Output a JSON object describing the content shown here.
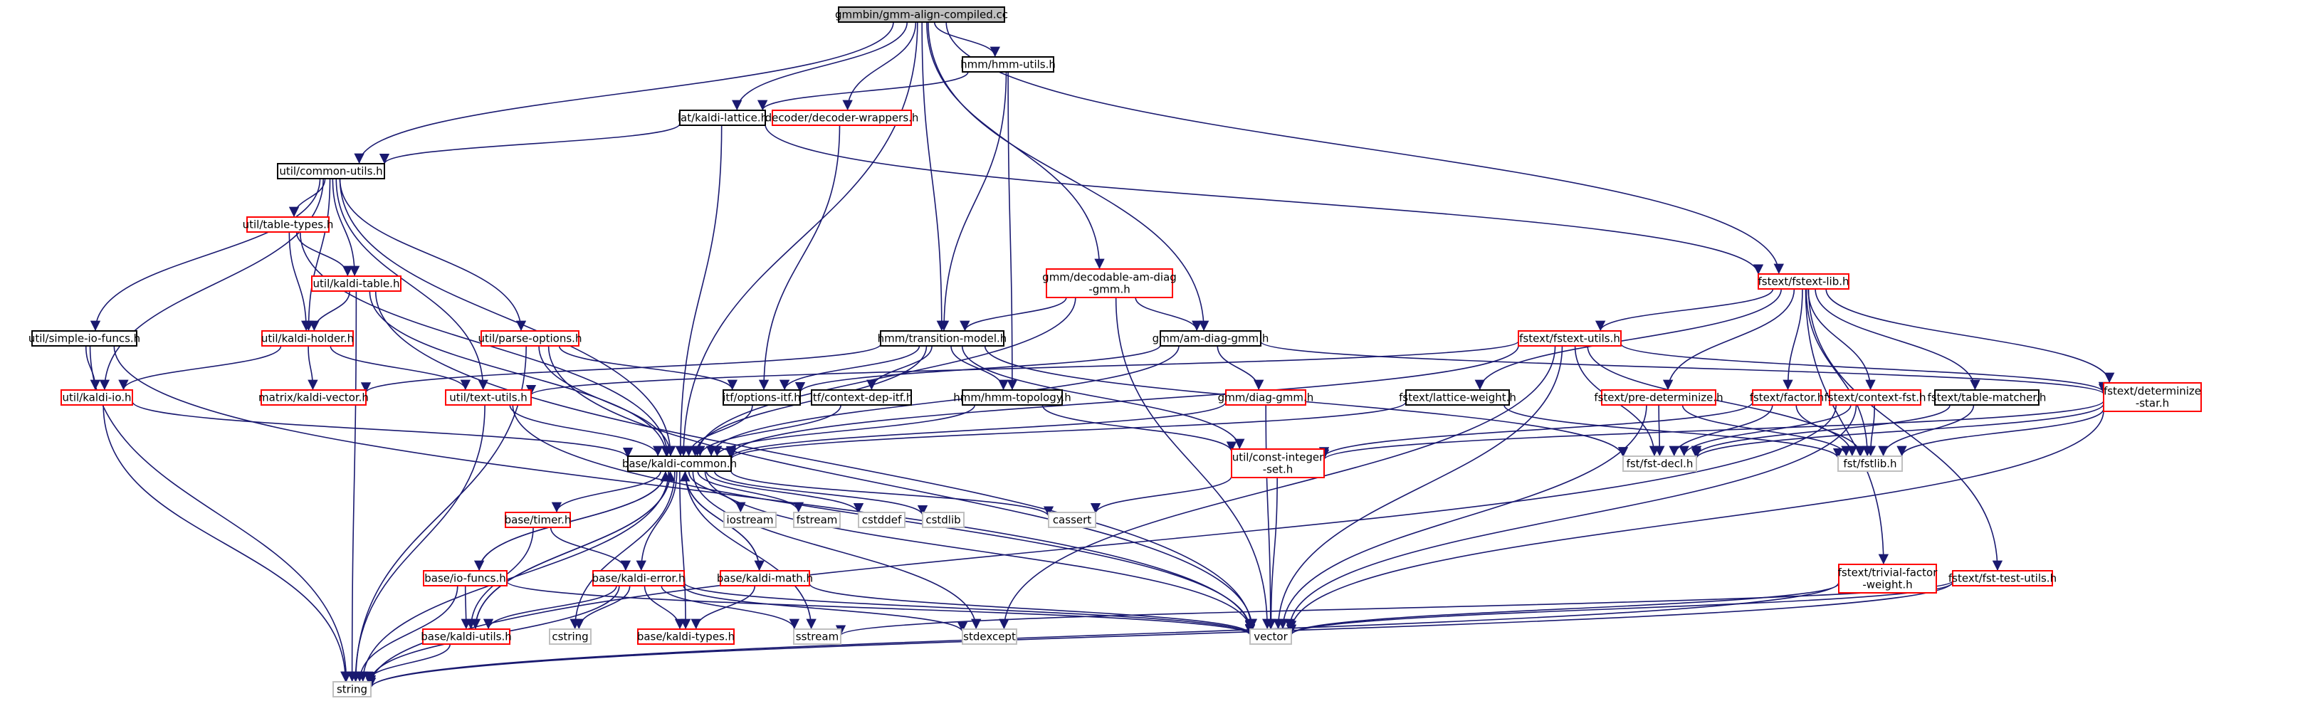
{
  "colors": {
    "root_fill": "#bfbfbf",
    "border_black": "#000000",
    "border_red": "#ff0000",
    "border_gray": "#bfbfbf",
    "edge": "#191970"
  },
  "nodes": [
    {
      "id": "root",
      "lines": [
        "gmmbin/gmm-align-compiled.cc"
      ],
      "style": "root"
    },
    {
      "id": "hmmutils",
      "lines": [
        "hmm/hmm-utils.h"
      ],
      "style": "black"
    },
    {
      "id": "latlattice",
      "lines": [
        "lat/kaldi-lattice.h"
      ],
      "style": "black"
    },
    {
      "id": "decwrap",
      "lines": [
        "decoder/decoder-wrappers.h"
      ],
      "style": "red"
    },
    {
      "id": "commonutils",
      "lines": [
        "util/common-utils.h"
      ],
      "style": "black"
    },
    {
      "id": "tabletypes",
      "lines": [
        "util/table-types.h"
      ],
      "style": "red"
    },
    {
      "id": "kaltable",
      "lines": [
        "util/kaldi-table.h"
      ],
      "style": "red"
    },
    {
      "id": "simpleio",
      "lines": [
        "util/simple-io-funcs.h"
      ],
      "style": "black"
    },
    {
      "id": "kalholder",
      "lines": [
        "util/kaldi-holder.h"
      ],
      "style": "red"
    },
    {
      "id": "parseopt",
      "lines": [
        "util/parse-options.h"
      ],
      "style": "red"
    },
    {
      "id": "kaldiio",
      "lines": [
        "util/kaldi-io.h"
      ],
      "style": "red"
    },
    {
      "id": "matvec",
      "lines": [
        "matrix/kaldi-vector.h"
      ],
      "style": "red"
    },
    {
      "id": "textutils",
      "lines": [
        "util/text-utils.h"
      ],
      "style": "red"
    },
    {
      "id": "transmodel",
      "lines": [
        "hmm/transition-model.h"
      ],
      "style": "black"
    },
    {
      "id": "gmmdecam",
      "lines": [
        "gmm/decodable-am-diag",
        "-gmm.h"
      ],
      "style": "red"
    },
    {
      "id": "amdiag",
      "lines": [
        "gmm/am-diag-gmm.h"
      ],
      "style": "black"
    },
    {
      "id": "optitf",
      "lines": [
        "itf/options-itf.h"
      ],
      "style": "black"
    },
    {
      "id": "ctxdep",
      "lines": [
        "itf/context-dep-itf.h"
      ],
      "style": "black"
    },
    {
      "id": "hmmtopo",
      "lines": [
        "hmm/hmm-topology.h"
      ],
      "style": "black"
    },
    {
      "id": "diaggmm",
      "lines": [
        "gmm/diag-gmm.h"
      ],
      "style": "red"
    },
    {
      "id": "fstlib",
      "lines": [
        "fstext/fstext-lib.h"
      ],
      "style": "red"
    },
    {
      "id": "fstutils",
      "lines": [
        "fstext/fstext-utils.h"
      ],
      "style": "red"
    },
    {
      "id": "latweight",
      "lines": [
        "fstext/lattice-weight.h"
      ],
      "style": "black"
    },
    {
      "id": "predet",
      "lines": [
        "fstext/pre-determinize.h"
      ],
      "style": "red"
    },
    {
      "id": "factor",
      "lines": [
        "fstext/factor.h"
      ],
      "style": "red"
    },
    {
      "id": "ctxfst",
      "lines": [
        "fstext/context-fst.h"
      ],
      "style": "red"
    },
    {
      "id": "tablematch",
      "lines": [
        "fstext/table-matcher.h"
      ],
      "style": "black"
    },
    {
      "id": "detstar",
      "lines": [
        "fstext/determinize",
        "-star.h"
      ],
      "style": "red"
    },
    {
      "id": "constint",
      "lines": [
        "util/const-integer",
        "-set.h"
      ],
      "style": "red"
    },
    {
      "id": "fstdecl",
      "lines": [
        "fst/fst-decl.h"
      ],
      "style": "gray"
    },
    {
      "id": "fstfstlib",
      "lines": [
        "fst/fstlib.h"
      ],
      "style": "gray"
    },
    {
      "id": "kaldicommon",
      "lines": [
        "base/kaldi-common.h"
      ],
      "style": "black"
    },
    {
      "id": "iostream",
      "lines": [
        "iostream"
      ],
      "style": "gray"
    },
    {
      "id": "fstream",
      "lines": [
        "fstream"
      ],
      "style": "gray"
    },
    {
      "id": "cstddef",
      "lines": [
        "cstddef"
      ],
      "style": "gray"
    },
    {
      "id": "cstdlib",
      "lines": [
        "cstdlib"
      ],
      "style": "gray"
    },
    {
      "id": "cassert",
      "lines": [
        "cassert"
      ],
      "style": "gray"
    },
    {
      "id": "timer",
      "lines": [
        "base/timer.h"
      ],
      "style": "red"
    },
    {
      "id": "kerror",
      "lines": [
        "base/kaldi-error.h"
      ],
      "style": "red"
    },
    {
      "id": "kmath",
      "lines": [
        "base/kaldi-math.h"
      ],
      "style": "red"
    },
    {
      "id": "iofuncs",
      "lines": [
        "base/io-funcs.h"
      ],
      "style": "red"
    },
    {
      "id": "kutils",
      "lines": [
        "base/kaldi-utils.h"
      ],
      "style": "red"
    },
    {
      "id": "cstring",
      "lines": [
        "cstring"
      ],
      "style": "gray"
    },
    {
      "id": "ktypes",
      "lines": [
        "base/kaldi-types.h"
      ],
      "style": "red"
    },
    {
      "id": "sstream",
      "lines": [
        "sstream"
      ],
      "style": "gray"
    },
    {
      "id": "stdexcept",
      "lines": [
        "stdexcept"
      ],
      "style": "gray"
    },
    {
      "id": "vector",
      "lines": [
        "vector"
      ],
      "style": "gray"
    },
    {
      "id": "string",
      "lines": [
        "string"
      ],
      "style": "gray"
    },
    {
      "id": "trivfactor",
      "lines": [
        "fstext/trivial-factor",
        "-weight.h"
      ],
      "style": "red"
    },
    {
      "id": "fsttest",
      "lines": [
        "fstext/fst-test-utils.h"
      ],
      "style": "red"
    }
  ],
  "edges": [
    [
      "root",
      "hmmutils"
    ],
    [
      "root",
      "latlattice"
    ],
    [
      "root",
      "decwrap"
    ],
    [
      "root",
      "commonutils"
    ],
    [
      "root",
      "transmodel"
    ],
    [
      "root",
      "gmmdecam"
    ],
    [
      "root",
      "amdiag"
    ],
    [
      "root",
      "fstlib"
    ],
    [
      "root",
      "kaldicommon"
    ],
    [
      "hmmutils",
      "latlattice"
    ],
    [
      "hmmutils",
      "transmodel"
    ],
    [
      "hmmutils",
      "hmmtopo"
    ],
    [
      "latlattice",
      "commonutils"
    ],
    [
      "latlattice",
      "kaldicommon"
    ],
    [
      "latlattice",
      "fstlib"
    ],
    [
      "decwrap",
      "optitf"
    ],
    [
      "commonutils",
      "tabletypes"
    ],
    [
      "commonutils",
      "kaltable"
    ],
    [
      "commonutils",
      "simpleio"
    ],
    [
      "commonutils",
      "kalholder"
    ],
    [
      "commonutils",
      "parseopt"
    ],
    [
      "commonutils",
      "kaldiio"
    ],
    [
      "commonutils",
      "textutils"
    ],
    [
      "commonutils",
      "kaldicommon"
    ],
    [
      "tabletypes",
      "kaltable"
    ],
    [
      "tabletypes",
      "kalholder"
    ],
    [
      "tabletypes",
      "kaldicommon"
    ],
    [
      "kaltable",
      "kalholder"
    ],
    [
      "kaltable",
      "kaldicommon"
    ],
    [
      "kaltable",
      "string"
    ],
    [
      "kaltable",
      "vector"
    ],
    [
      "simpleio",
      "kaldiio"
    ],
    [
      "simpleio",
      "string"
    ],
    [
      "simpleio",
      "vector"
    ],
    [
      "kalholder",
      "kaldiio"
    ],
    [
      "kalholder",
      "matvec"
    ],
    [
      "kalholder",
      "textutils"
    ],
    [
      "parseopt",
      "optitf"
    ],
    [
      "parseopt",
      "kaldicommon"
    ],
    [
      "parseopt",
      "string"
    ],
    [
      "parseopt",
      "vector"
    ],
    [
      "kaldiio",
      "kaldicommon"
    ],
    [
      "kaldiio",
      "string"
    ],
    [
      "textutils",
      "kaldicommon"
    ],
    [
      "textutils",
      "string"
    ],
    [
      "textutils",
      "vector"
    ],
    [
      "transmodel",
      "optitf"
    ],
    [
      "transmodel",
      "ctxdep"
    ],
    [
      "transmodel",
      "hmmtopo"
    ],
    [
      "transmodel",
      "constint"
    ],
    [
      "transmodel",
      "kaldicommon"
    ],
    [
      "transmodel",
      "matvec"
    ],
    [
      "transmodel",
      "fstdecl"
    ],
    [
      "gmmdecam",
      "transmodel"
    ],
    [
      "gmmdecam",
      "amdiag"
    ],
    [
      "gmmdecam",
      "kaldicommon"
    ],
    [
      "gmmdecam",
      "vector"
    ],
    [
      "amdiag",
      "diaggmm"
    ],
    [
      "amdiag",
      "kaldicommon"
    ],
    [
      "amdiag",
      "optitf"
    ],
    [
      "amdiag",
      "detstar"
    ],
    [
      "optitf",
      "kaldicommon"
    ],
    [
      "ctxdep",
      "kaldicommon"
    ],
    [
      "hmmtopo",
      "kaldicommon"
    ],
    [
      "hmmtopo",
      "constint"
    ],
    [
      "diaggmm",
      "kaldicommon"
    ],
    [
      "diaggmm",
      "vector"
    ],
    [
      "fstlib",
      "fstutils"
    ],
    [
      "fstlib",
      "latweight"
    ],
    [
      "fstlib",
      "predet"
    ],
    [
      "fstlib",
      "factor"
    ],
    [
      "fstlib",
      "ctxfst"
    ],
    [
      "fstlib",
      "tablematch"
    ],
    [
      "fstlib",
      "detstar"
    ],
    [
      "fstlib",
      "fstfstlib"
    ],
    [
      "fstlib",
      "trivfactor"
    ],
    [
      "fstlib",
      "fsttest"
    ],
    [
      "fstutils",
      "textutils"
    ],
    [
      "fstutils",
      "fstdecl"
    ],
    [
      "fstutils",
      "fstfstlib"
    ],
    [
      "fstutils",
      "vector"
    ],
    [
      "fstutils",
      "kaldicommon"
    ],
    [
      "fstutils",
      "detstar"
    ],
    [
      "fstutils",
      "stdexcept"
    ],
    [
      "latweight",
      "kaldicommon"
    ],
    [
      "latweight",
      "fstfstlib"
    ],
    [
      "predet",
      "fstdecl"
    ],
    [
      "predet",
      "fstfstlib"
    ],
    [
      "predet",
      "vector"
    ],
    [
      "factor",
      "fstdecl"
    ],
    [
      "factor",
      "fstfstlib"
    ],
    [
      "factor",
      "constint"
    ],
    [
      "ctxfst",
      "fstdecl"
    ],
    [
      "ctxfst",
      "fstfstlib"
    ],
    [
      "ctxfst",
      "vector"
    ],
    [
      "ctxfst",
      "string"
    ],
    [
      "tablematch",
      "fstdecl"
    ],
    [
      "tablematch",
      "fstfstlib"
    ],
    [
      "detstar",
      "fstdecl"
    ],
    [
      "detstar",
      "fstfstlib"
    ],
    [
      "detstar",
      "constint"
    ],
    [
      "detstar",
      "vector"
    ],
    [
      "constint",
      "cassert"
    ],
    [
      "constint",
      "vector"
    ],
    [
      "kaldicommon",
      "iostream"
    ],
    [
      "kaldicommon",
      "fstream"
    ],
    [
      "kaldicommon",
      "cstddef"
    ],
    [
      "kaldicommon",
      "cstdlib"
    ],
    [
      "kaldicommon",
      "cassert"
    ],
    [
      "kaldicommon",
      "timer"
    ],
    [
      "kaldicommon",
      "kerror"
    ],
    [
      "kaldicommon",
      "kmath"
    ],
    [
      "kaldicommon",
      "iofuncs"
    ],
    [
      "kaldicommon",
      "kutils"
    ],
    [
      "kaldicommon",
      "cstring"
    ],
    [
      "kaldicommon",
      "ktypes"
    ],
    [
      "kaldicommon",
      "sstream"
    ],
    [
      "kaldicommon",
      "stdexcept"
    ],
    [
      "kaldicommon",
      "vector"
    ],
    [
      "kaldicommon",
      "string"
    ],
    [
      "timer",
      "kerror"
    ],
    [
      "timer",
      "kutils"
    ],
    [
      "kerror",
      "kutils"
    ],
    [
      "kerror",
      "cstring"
    ],
    [
      "kerror",
      "ktypes"
    ],
    [
      "kerror",
      "sstream"
    ],
    [
      "kerror",
      "stdexcept"
    ],
    [
      "kerror",
      "vector"
    ],
    [
      "kerror",
      "string"
    ],
    [
      "kmath",
      "ktypes"
    ],
    [
      "kmath",
      "vector"
    ],
    [
      "kmath",
      "kaldicommon"
    ],
    [
      "iofuncs",
      "kutils"
    ],
    [
      "iofuncs",
      "string"
    ],
    [
      "iofuncs",
      "vector"
    ],
    [
      "iofuncs",
      "kaldicommon"
    ],
    [
      "kutils",
      "string"
    ],
    [
      "kutils",
      "kaldicommon"
    ],
    [
      "trivfactor",
      "vector"
    ],
    [
      "trivfactor",
      "string"
    ],
    [
      "fsttest",
      "vector"
    ],
    [
      "fsttest",
      "sstream"
    ],
    [
      "fsttest",
      "string"
    ]
  ]
}
